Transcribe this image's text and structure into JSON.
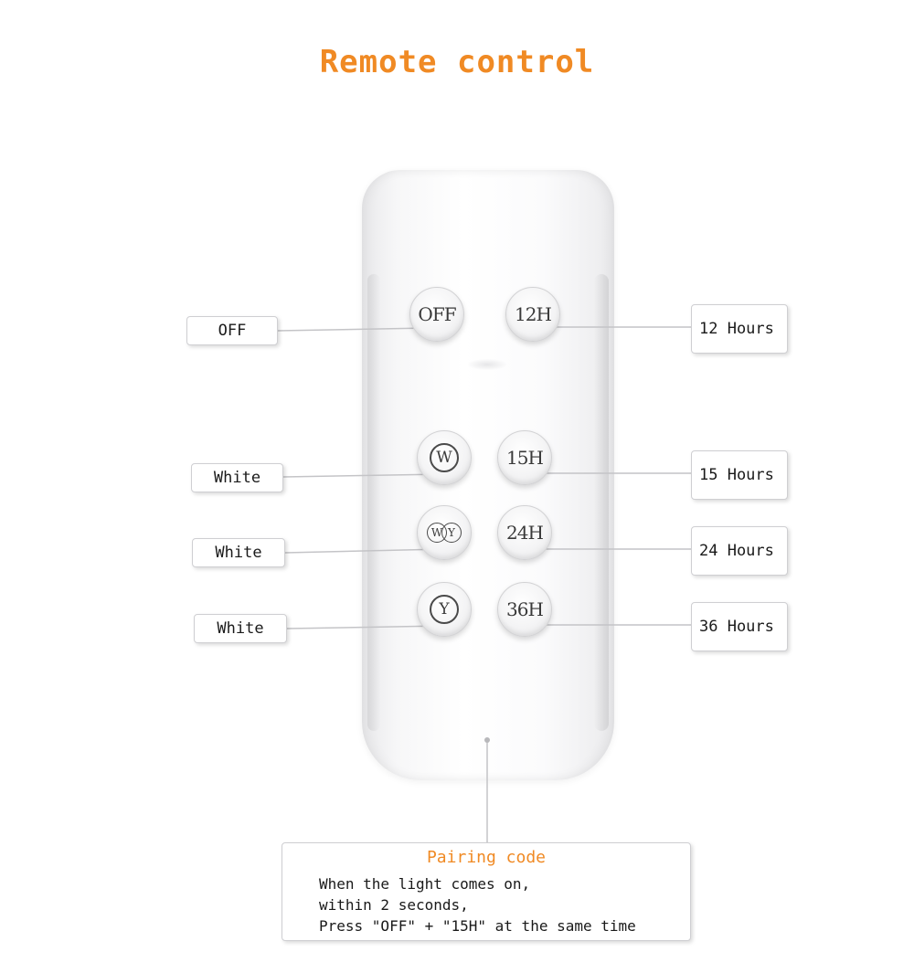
{
  "title": "Remote control",
  "colors": {
    "accent": "#f08a24",
    "text": "#1a1a1a"
  },
  "buttons": {
    "off": "OFF",
    "h12": "12H",
    "w": "W",
    "wy_w": "W",
    "wy_y": "Y",
    "h15": "15H",
    "h24": "24H",
    "y": "Y",
    "h36": "36H"
  },
  "labels": {
    "off": "OFF",
    "white_1": "White",
    "white_2": "White",
    "white_3": "White",
    "hours_12": "12 Hours",
    "hours_15": "15 Hours",
    "hours_24": "24 Hours",
    "hours_36": "36 Hours"
  },
  "pairing": {
    "title": "Pairing code",
    "lines": [
      "When the light comes on,",
      "within 2 seconds,",
      "Press \"OFF\" + \"15H\" at the same time"
    ]
  }
}
